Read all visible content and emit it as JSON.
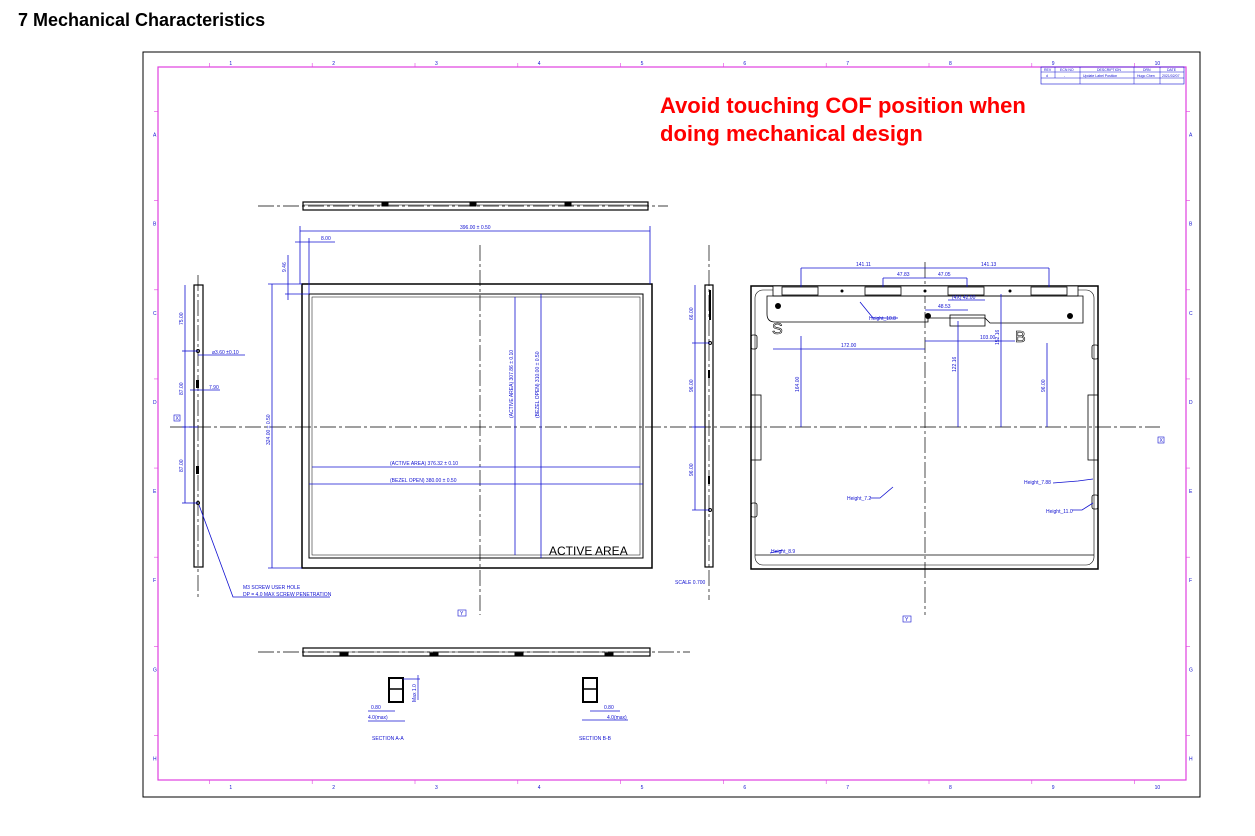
{
  "section_title": "7 Mechanical Characteristics",
  "note": {
    "line1": "Avoid touching COF position when",
    "line2": "doing mechanical design"
  },
  "colors": {
    "border": "#e040e0",
    "dimension": "#1010d0",
    "note": "#ff0000"
  },
  "title_block": {
    "headers": [
      "REV",
      "ECN NO",
      "DESCRIPTION",
      "DRN",
      "DATE"
    ],
    "row": [
      "d",
      "-",
      "Update Label Position",
      "Hugo Chen",
      "2021/02/07"
    ]
  },
  "front_view": {
    "width_dim": "396.00 ± 0.50",
    "bezel_offset": "8.00",
    "top_offset": "9.46",
    "height_dim": "324.00 ± 0.50",
    "active_area_v": "(ACTIVE AREA) 307.86 ± 0.10",
    "bezel_open_v": "(BEZEL OPEN) 310.00 ± 0.50",
    "active_area_h": "(ACTIVE AREA) 376.32 ± 0.10",
    "bezel_open_h": "(BEZEL OPEN) 380.00 ± 0.50",
    "active_area_label": "ACTIVE AREA"
  },
  "left_view": {
    "dims": [
      "75.00",
      "87.00",
      "87.00"
    ],
    "hole_dim": "ø3.60 ±0.10",
    "depth_dim": "7.90",
    "screw_note1": "M3 SCREW USER HOLE",
    "screw_note2": "DP = 4.0 MAX SCREW PENETRATION"
  },
  "right_view": {
    "dims": [
      "66.00",
      "96.00",
      "96.00"
    ],
    "scale": "SCALE 0.700"
  },
  "rear_view": {
    "dims_top": [
      "141.11",
      "47.83",
      "47.05",
      "141.13"
    ],
    "cof_dim": "(4X) 42.00",
    "dim_4853": "48.53",
    "dim_172": "172.00",
    "dim_103": "103.00",
    "dim_164": "164.00",
    "dim_12216": "122.16",
    "dim_15216": "152.16",
    "dim_96": "96.00",
    "mark_s": "S",
    "mark_b": "B",
    "heights": [
      "Height_10.8",
      "Height_7.2",
      "Height_7.88",
      "Height_11.0",
      "Height_8.9"
    ]
  },
  "axis_labels": {
    "x": "X",
    "y": "Y"
  },
  "sections": {
    "a_label": "SECTION A-A",
    "a_dim1": "0.80",
    "a_dim2": "4.0(max)",
    "a_dim3": "Max 1.0",
    "b_label": "SECTION B-B",
    "b_dim1": "0.80",
    "b_dim2": "4.0(max)"
  },
  "grid_cols": [
    "1",
    "2",
    "3",
    "4",
    "5",
    "6",
    "7",
    "8",
    "9",
    "10"
  ],
  "grid_rows": [
    "A",
    "B",
    "C",
    "D",
    "E",
    "F",
    "G",
    "H"
  ]
}
